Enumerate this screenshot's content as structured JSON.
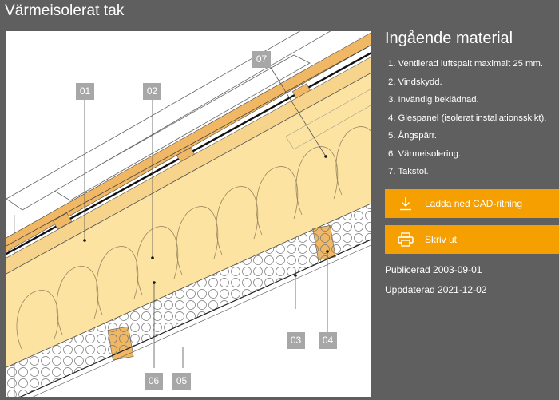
{
  "page": {
    "title": "Värmeisolerat tak"
  },
  "drawing": {
    "callouts": [
      "01",
      "02",
      "03",
      "04",
      "05",
      "06",
      "07"
    ]
  },
  "sidebar": {
    "heading": "Ingående material",
    "materials": [
      "1. Ventilerad luftspalt maximalt 25 mm.",
      "2. Vindskydd.",
      "3. Invändig beklädnad.",
      "4. Glespanel (isolerat installationsskikt).",
      "5. Ångspärr.",
      "6. Värmeisolering.",
      "7. Takstol."
    ],
    "download_label": "Ladda ned CAD-ritning",
    "print_label": "Skriv ut",
    "published": "Publicerad 2003-09-01",
    "updated": "Uppdaterad 2021-12-02"
  },
  "colors": {
    "background": "#5f5f5f",
    "accent": "#f5a000",
    "insulation": "#fde3a2",
    "wood": "#f0b865",
    "callout": "#a7a7a7"
  }
}
